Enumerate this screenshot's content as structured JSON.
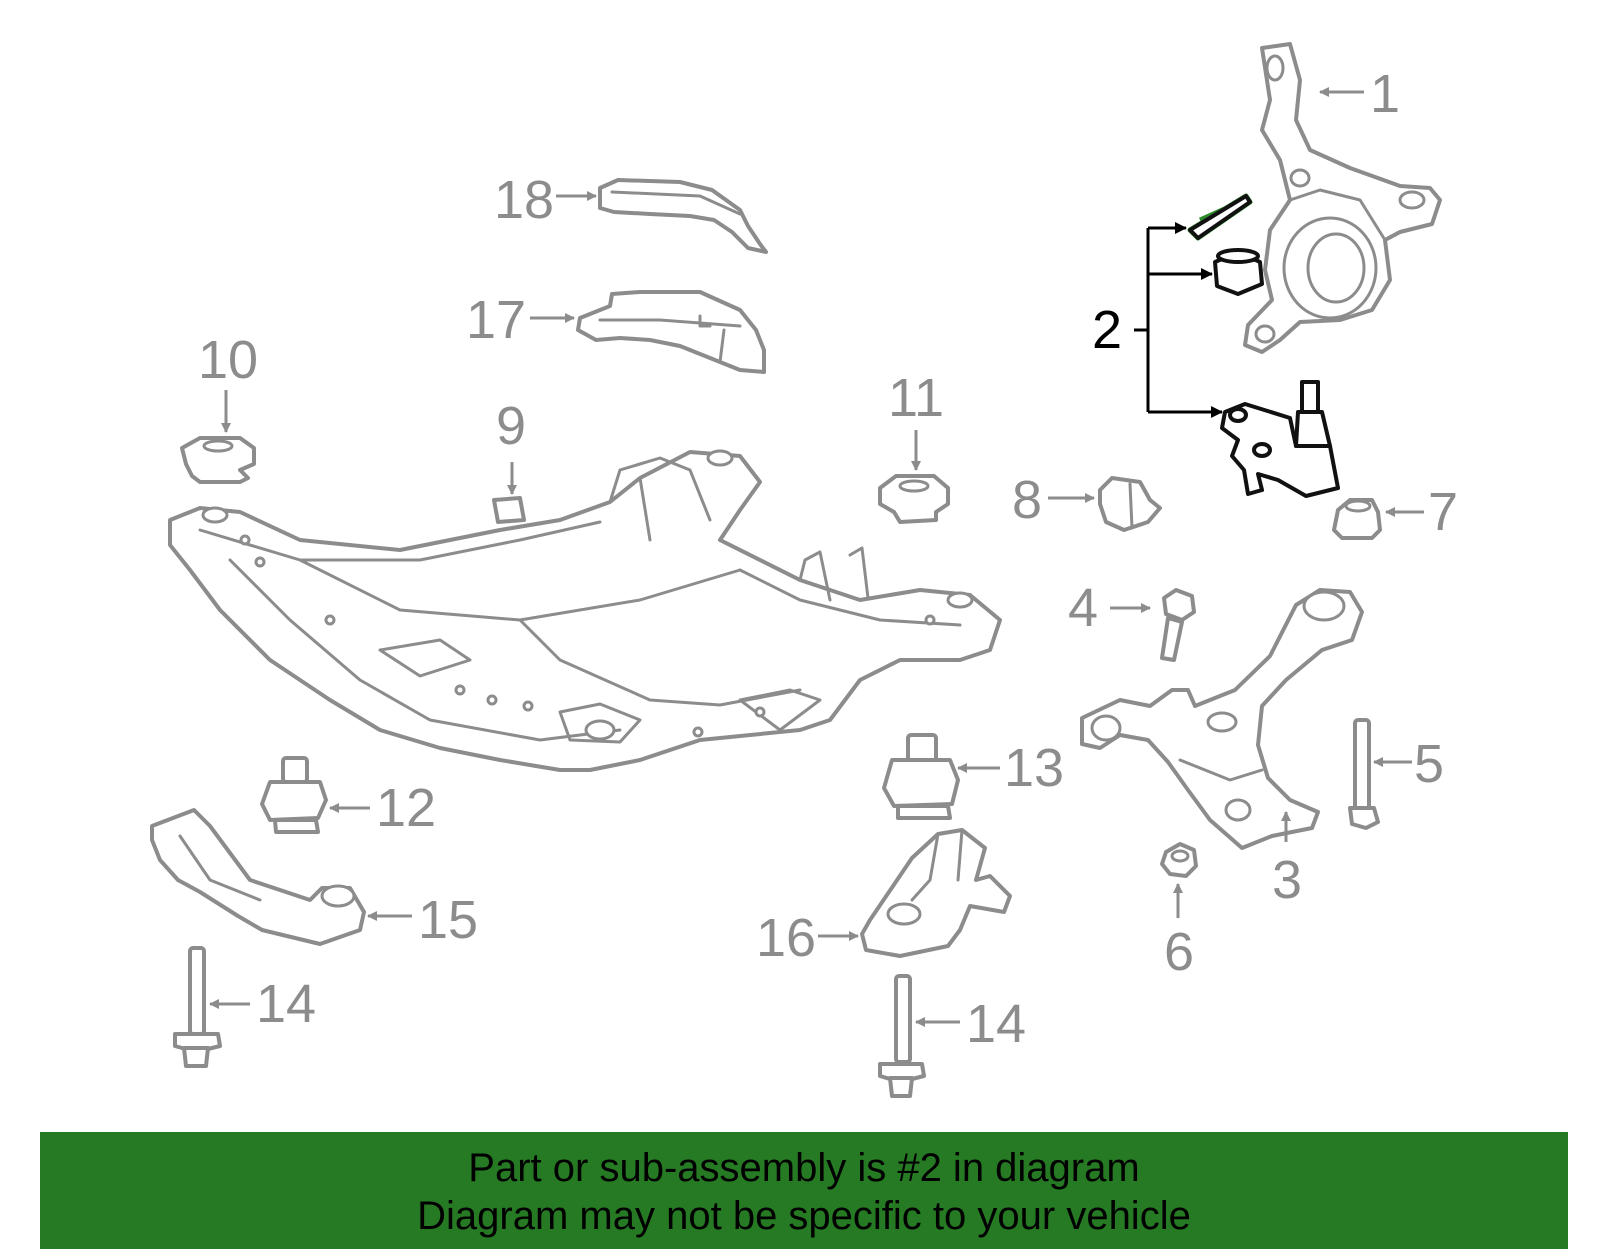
{
  "callouts": {
    "c1": "1",
    "c2": "2",
    "c3": "3",
    "c4": "4",
    "c5": "5",
    "c6": "6",
    "c7": "7",
    "c8": "8",
    "c9": "9",
    "c10": "10",
    "c11": "11",
    "c12": "12",
    "c13": "13",
    "c14a": "14",
    "c14b": "14",
    "c15": "15",
    "c16": "16",
    "c17": "17",
    "c18": "18"
  },
  "highlighted_part": "2",
  "colors": {
    "banner": "#267a23",
    "parts": "#8c8c8c",
    "highlight": "#111111",
    "seal_accent": "#2e8b2e"
  },
  "banner": {
    "line1": "Part or sub-assembly is #2 in diagram",
    "line2": "Diagram may not be specific to your vehicle"
  }
}
